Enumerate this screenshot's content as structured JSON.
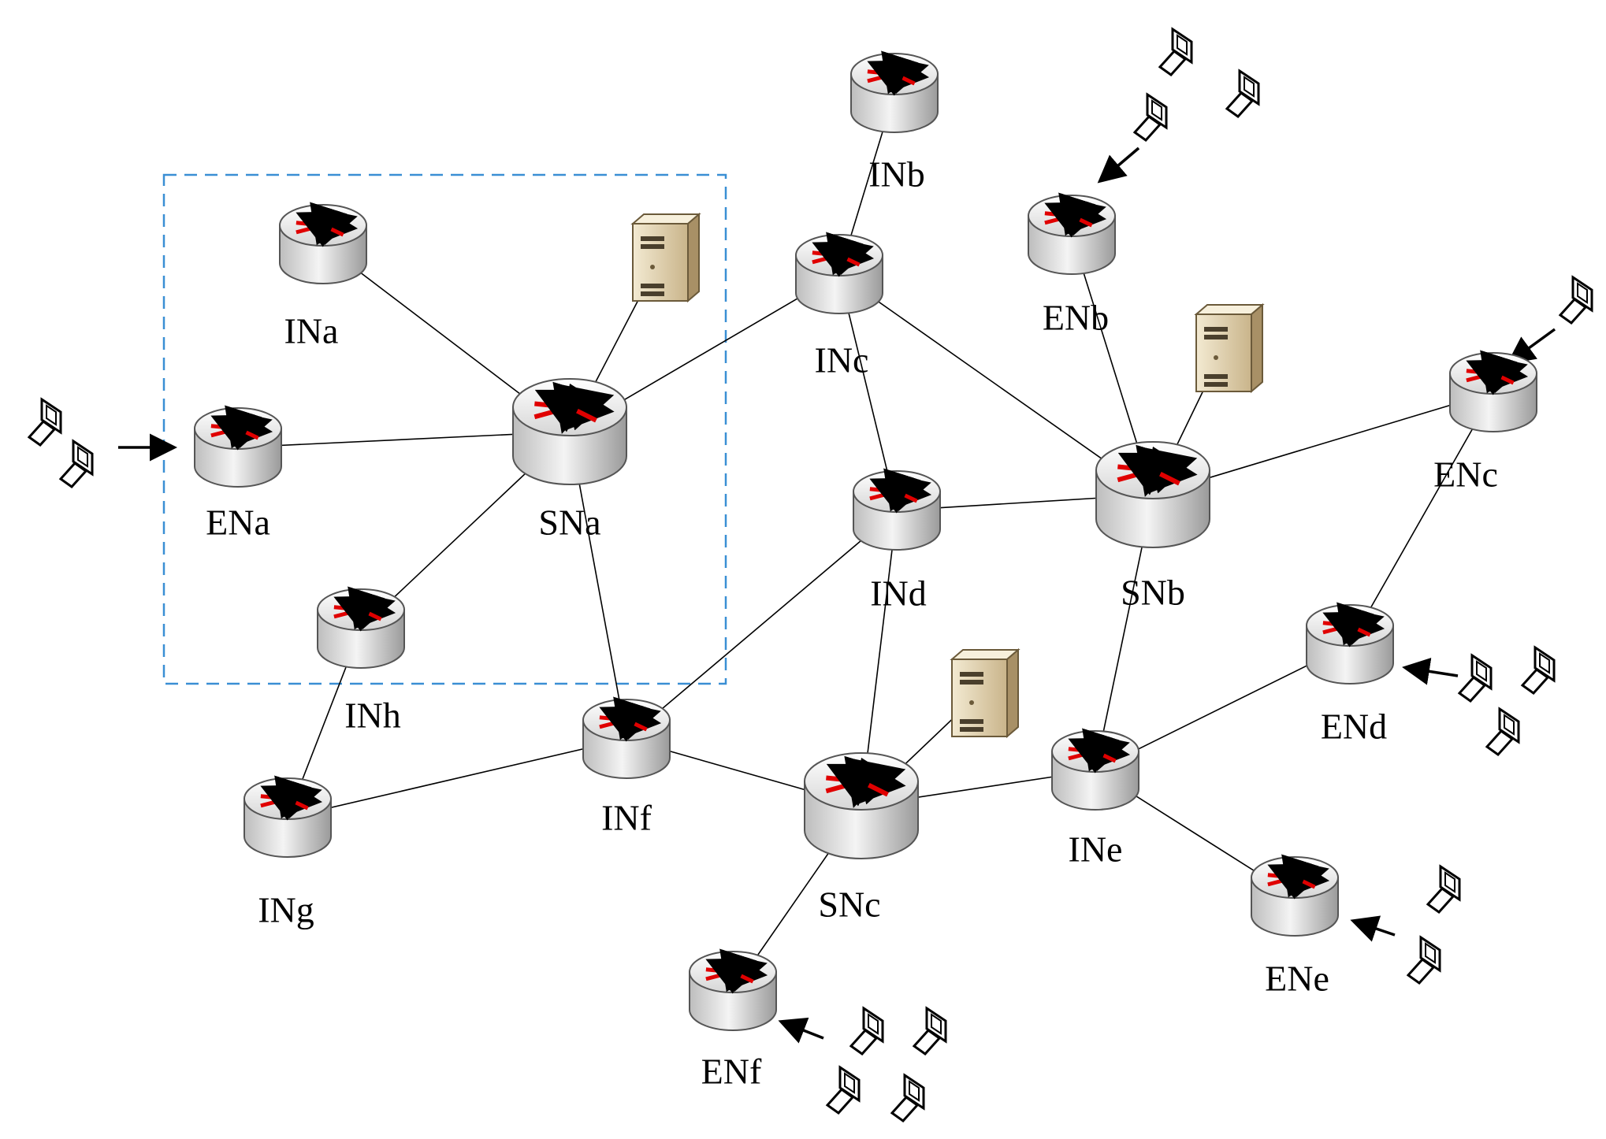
{
  "colors": {
    "router_body": "#d9d9d9",
    "router_top": "#ffffff",
    "router_arrow": "#e00000",
    "server_body": "#e8d8b0",
    "link": "#000000",
    "domain_box": "#3a8fd4"
  },
  "icons": {
    "router": "router-icon",
    "server": "server-icon",
    "terminal": "computer-terminal-icon"
  },
  "nodes": [
    {
      "id": "INa",
      "label": "INa",
      "type": "router-small"
    },
    {
      "id": "ENa",
      "label": "ENa",
      "type": "router-small"
    },
    {
      "id": "SNa",
      "label": "SNa",
      "type": "router-large"
    },
    {
      "id": "INh",
      "label": "INh",
      "type": "router-small"
    },
    {
      "id": "INb",
      "label": "INb",
      "type": "router-small"
    },
    {
      "id": "INc",
      "label": "INc",
      "type": "router-small"
    },
    {
      "id": "INd",
      "label": "INd",
      "type": "router-small"
    },
    {
      "id": "ENb",
      "label": "ENb",
      "type": "router-small"
    },
    {
      "id": "SNb",
      "label": "SNb",
      "type": "router-large"
    },
    {
      "id": "ENc",
      "label": "ENc",
      "type": "router-small"
    },
    {
      "id": "ENd",
      "label": "ENd",
      "type": "router-small"
    },
    {
      "id": "INe",
      "label": "INe",
      "type": "router-small"
    },
    {
      "id": "ENe",
      "label": "ENe",
      "type": "router-small"
    },
    {
      "id": "SNc",
      "label": "SNc",
      "type": "router-large"
    },
    {
      "id": "INf",
      "label": "INf",
      "type": "router-small"
    },
    {
      "id": "INg",
      "label": "INg",
      "type": "router-small"
    },
    {
      "id": "ENf",
      "label": "ENf",
      "type": "router-small"
    }
  ],
  "links": [
    [
      "INa",
      "SNa"
    ],
    [
      "ENa",
      "SNa"
    ],
    [
      "INh",
      "SNa"
    ],
    [
      "INf",
      "SNa"
    ],
    [
      "SNa",
      "INc"
    ],
    [
      "SNa",
      "server-a"
    ],
    [
      "INb",
      "INc"
    ],
    [
      "INc",
      "INd"
    ],
    [
      "INc",
      "SNb"
    ],
    [
      "INd",
      "SNb"
    ],
    [
      "INd",
      "INf"
    ],
    [
      "INd",
      "SNc"
    ],
    [
      "ENb",
      "SNb"
    ],
    [
      "SNb",
      "ENc"
    ],
    [
      "SNb",
      "INe"
    ],
    [
      "SNb",
      "server-b"
    ],
    [
      "ENc",
      "ENd"
    ],
    [
      "ENd",
      "INe"
    ],
    [
      "INe",
      "ENe"
    ],
    [
      "INe",
      "SNc"
    ],
    [
      "SNc",
      "INf"
    ],
    [
      "SNc",
      "ENf"
    ],
    [
      "SNc",
      "server-c"
    ],
    [
      "INf",
      "INg"
    ],
    [
      "INg",
      "INh"
    ]
  ],
  "servers": [
    "server-a",
    "server-b",
    "server-c"
  ],
  "terminal_groups": [
    {
      "target": "ENa",
      "count": 2
    },
    {
      "target": "ENb",
      "count": 3
    },
    {
      "target": "ENc",
      "count": 1
    },
    {
      "target": "ENd",
      "count": 3
    },
    {
      "target": "ENe",
      "count": 2
    },
    {
      "target": "ENf",
      "count": 4
    }
  ]
}
